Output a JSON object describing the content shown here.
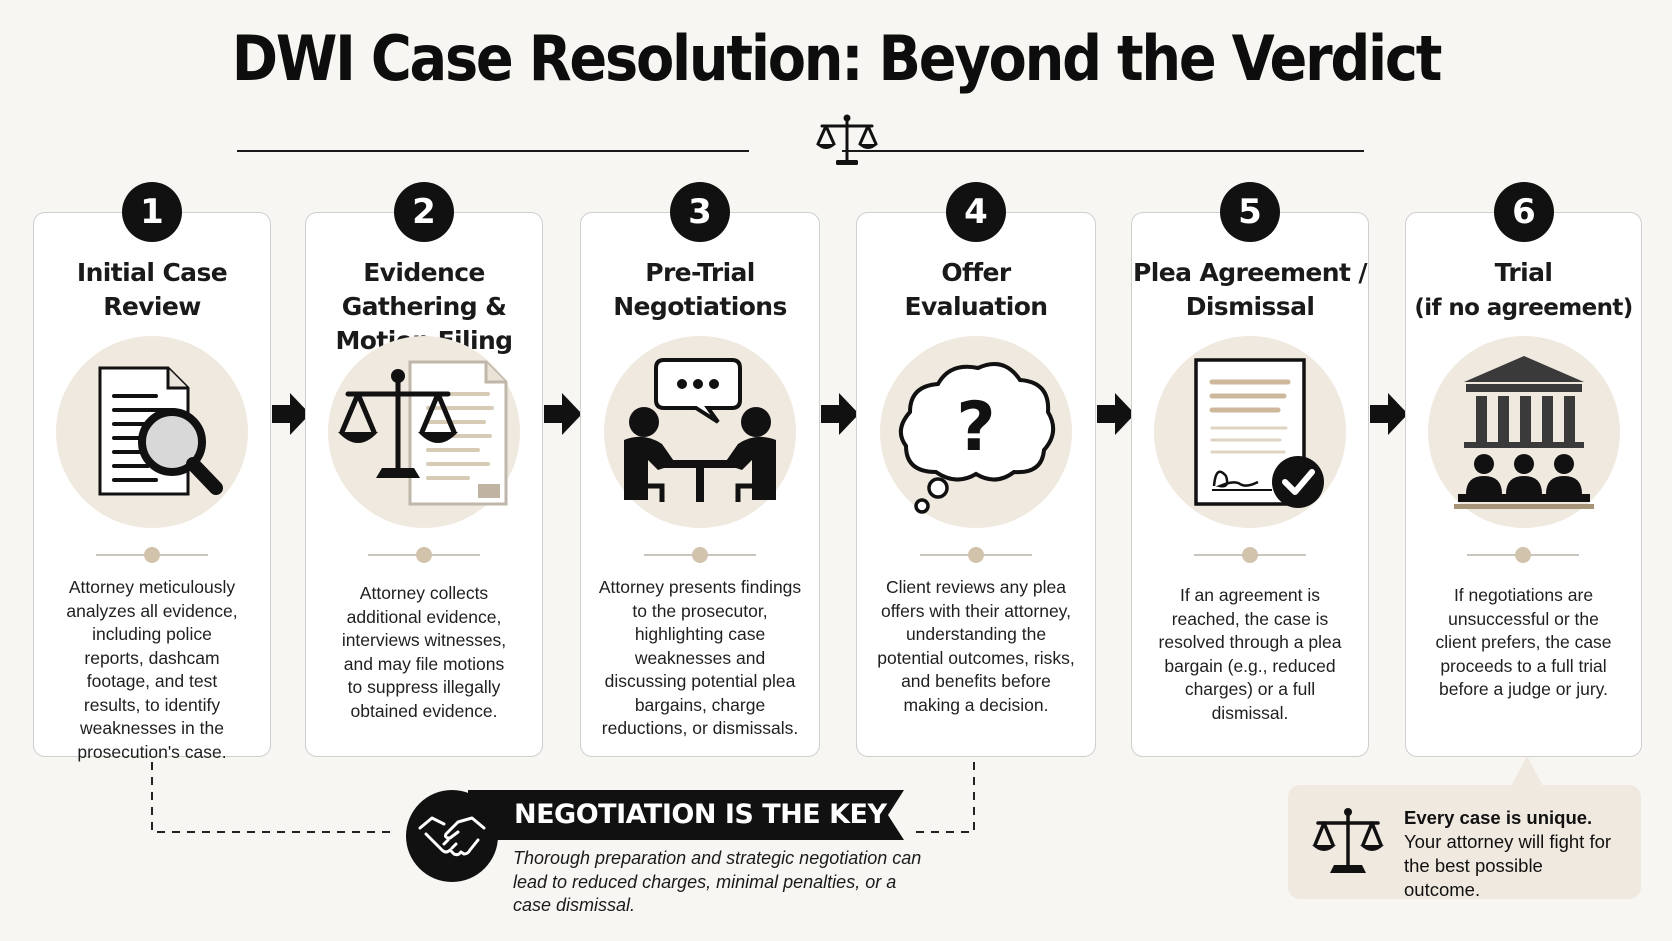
{
  "title": "DWI Case Resolution: Beyond the Verdict",
  "steps": [
    {
      "number": "1",
      "title_line1": "Initial Case",
      "title_line2": "Review",
      "description": "Attorney meticulously analyzes all evidence, including police reports, dashcam footage, and test results, to identify weaknesses in the prosecution's case.",
      "icon": "document-magnifier-icon"
    },
    {
      "number": "2",
      "title_line1": "Evidence Gathering &",
      "title_line2": "Motion Filing",
      "description": "Attorney collects additional evidence, interviews witnesses, and may file motions to suppress illegally obtained evidence.",
      "icon": "scales-document-icon"
    },
    {
      "number": "3",
      "title_line1": "Pre-Trial",
      "title_line2": "Negotiations",
      "description": "Attorney presents findings to the prosecutor, highlighting case weaknesses and discussing potential plea bargains, charge reductions, or dismissals.",
      "icon": "meeting-speech-bubble-icon"
    },
    {
      "number": "4",
      "title_line1": "Offer",
      "title_line2": "Evaluation",
      "description": "Client reviews any plea offers with their attorney, understanding the potential outcomes, risks, and benefits before making a decision.",
      "icon": "thought-cloud-question-icon"
    },
    {
      "number": "5",
      "title_line1": "Plea Agreement /",
      "title_line2": "Dismissal",
      "description": "If an agreement is reached, the case is resolved through a plea bargain (e.g., reduced charges) or a full dismissal.",
      "icon": "signed-document-check-icon"
    },
    {
      "number": "6",
      "title_line1": "Trial",
      "title_line2": "(if no agreement)",
      "description": "If negotiations are unsuccessful or the client prefers, the case proceeds to a full trial before a judge or jury.",
      "icon": "courthouse-jury-icon"
    }
  ],
  "negotiation": {
    "title": "NEGOTIATION IS THE KEY",
    "description": "Thorough preparation and strategic negotiation can lead to reduced charges, minimal penalties, or a case dismissal."
  },
  "note": {
    "title": "Every case is unique.",
    "text": "Your attorney will fight for the best possible outcome."
  },
  "colors": {
    "ink": "#111111",
    "beige": "#efe9df",
    "accent_dot": "#d2c3ad",
    "card_border": "#cfcfcf"
  }
}
